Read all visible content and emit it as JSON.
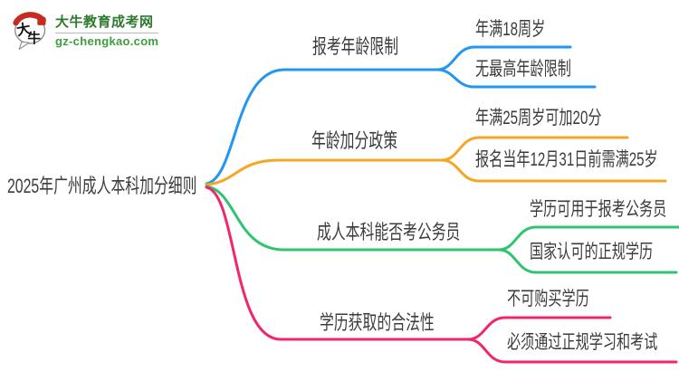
{
  "logo": {
    "site_name": "大牛教育成考网",
    "site_url": "gz-chengkao.com",
    "icon_char_1": "大",
    "icon_char_2": "牛",
    "brand_title_color": "#2d7a2d",
    "brand_url_color": "#3c9e3c",
    "brand_red": "#c52b20"
  },
  "colors": {
    "text": "#3c3c3c",
    "background": "#ffffff"
  },
  "mindmap": {
    "central": "2025年广州成人本科加分细则",
    "branches": [
      {
        "label": "报考年龄限制",
        "color": "#2196f3",
        "children": [
          "年满18周岁",
          "无最高年龄限制"
        ]
      },
      {
        "label": "年龄加分政策",
        "color": "#f5a623",
        "children": [
          "年满25周岁可加20分",
          "报名当年12月31日前需满25岁"
        ]
      },
      {
        "label": "成人本科能否考公务员",
        "color": "#2ec56e",
        "children": [
          "学历可用于报考公务员",
          "国家认可的正规学历"
        ]
      },
      {
        "label": "学历获取的合法性",
        "color": "#f1266b",
        "children": [
          "不可购买学历",
          "必须通过正规学习和考试"
        ]
      }
    ]
  }
}
